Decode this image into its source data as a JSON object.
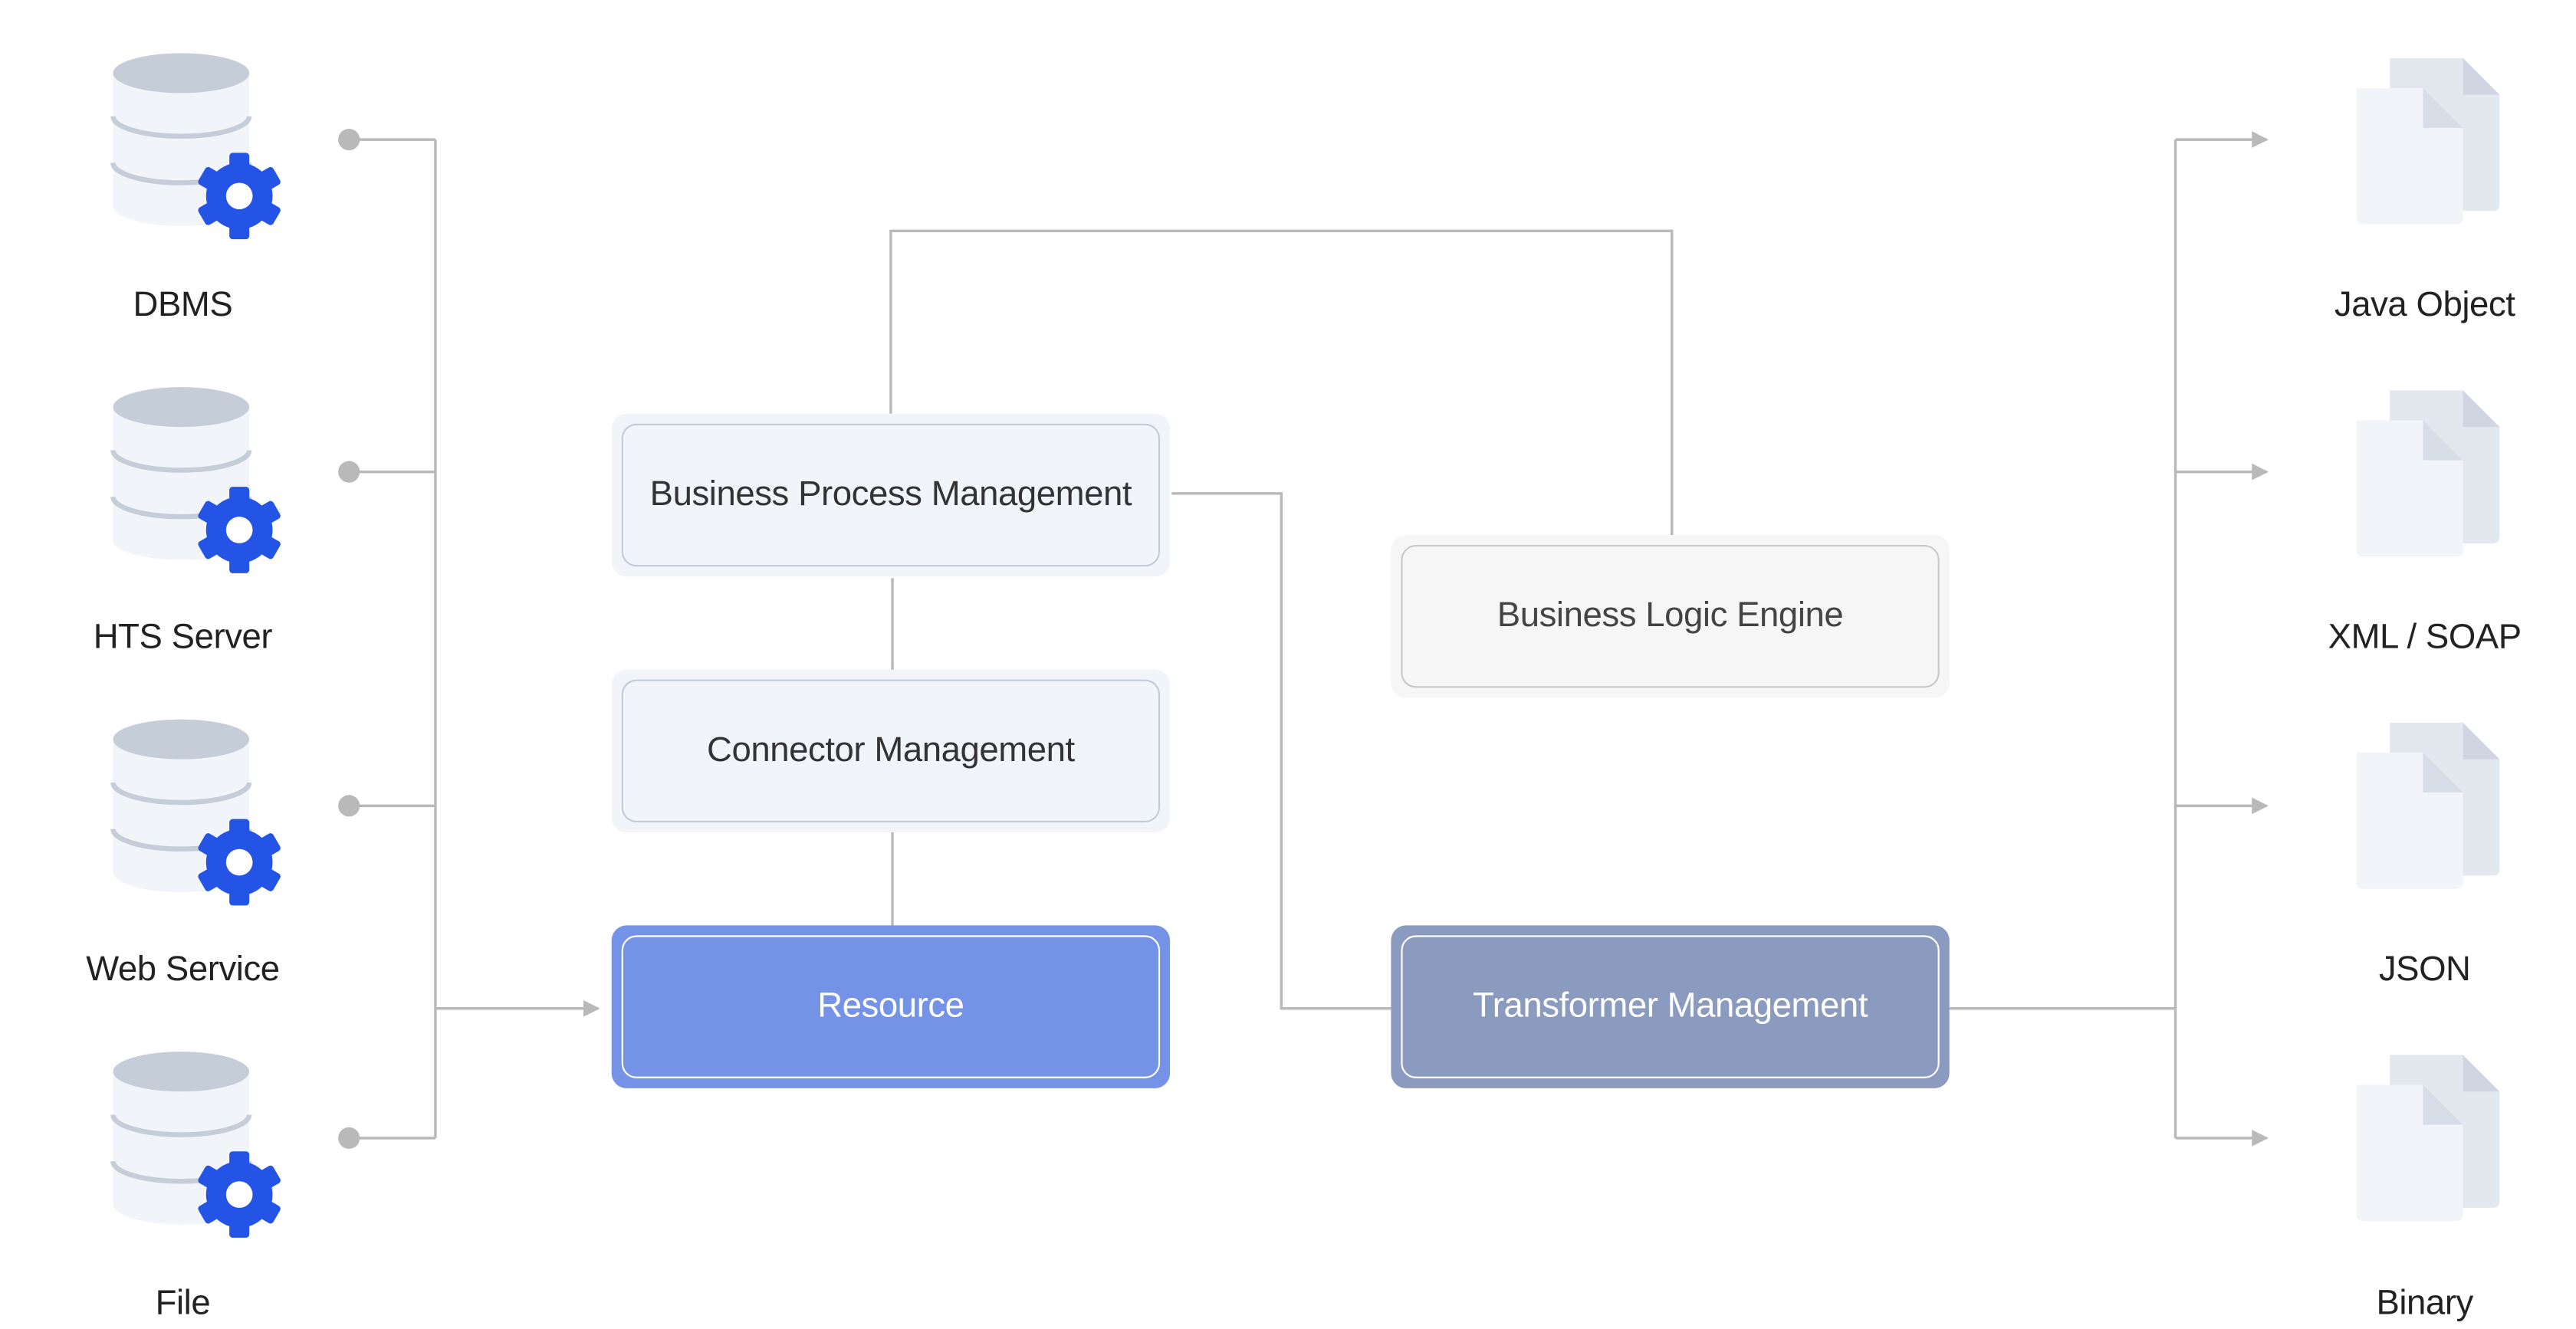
{
  "sources": [
    {
      "label": "DBMS",
      "icon": "database-gear-icon"
    },
    {
      "label": "HTS Server",
      "icon": "database-gear-icon"
    },
    {
      "label": "Web Service",
      "icon": "database-gear-icon"
    },
    {
      "label": "File",
      "icon": "database-gear-icon"
    }
  ],
  "outputs": [
    {
      "label": "Java Object",
      "icon": "document-stack-icon"
    },
    {
      "label": "XML / SOAP",
      "icon": "document-stack-icon"
    },
    {
      "label": "JSON",
      "icon": "document-stack-icon"
    },
    {
      "label": "Binary",
      "icon": "document-stack-icon"
    }
  ],
  "modules": {
    "bpm": "Business Process Management",
    "connector": "Connector Management",
    "resource": "Resource",
    "logic_engine": "Business Logic Engine",
    "transformer": "Transformer Management"
  },
  "colors": {
    "connector_line": "#b9b9b9",
    "light_box_fill": "#f1f4f9",
    "light_box_border": "#c3cbd8",
    "engine_fill": "#f6f6f6",
    "engine_border": "#c9c9c9",
    "resource_fill": "#7593e6",
    "transformer_fill": "#8a9bbf",
    "gear_blue": "#2354e6",
    "db_gray": "#c5cdd9",
    "doc_gray": "#e3e7ee"
  }
}
